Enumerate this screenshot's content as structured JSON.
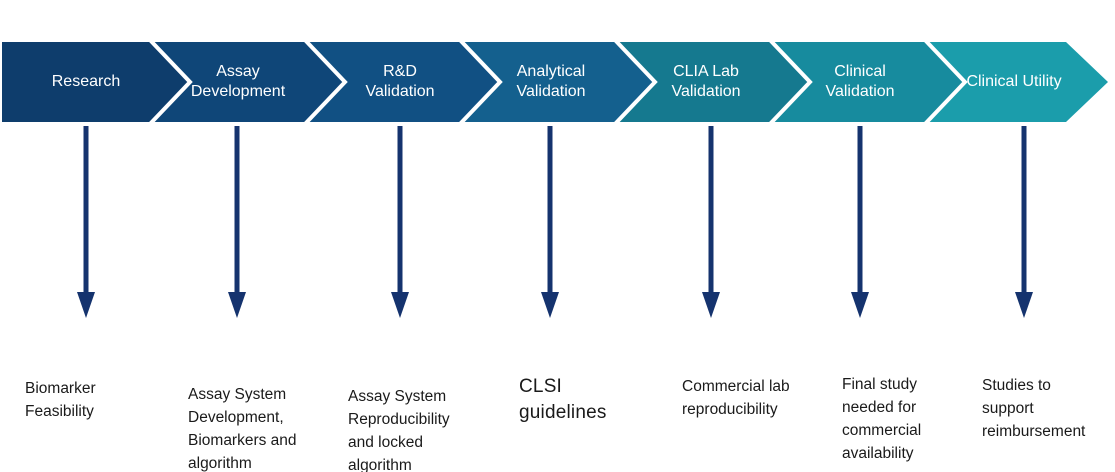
{
  "colors": {
    "arrow": "#15336E",
    "separator": "#FFFFFF",
    "label_text": "#FFFFFF",
    "description_text": "#1A1A1A",
    "background": "#FFFFFF"
  },
  "stages": [
    {
      "label": "Research",
      "color": "#0E3D6C",
      "description": "Biomarker\nFeasibility"
    },
    {
      "label": "Assay\nDevelopment",
      "color": "#0F4678",
      "description": "Assay System\nDevelopment,\nBiomarkers and\nalgorithm"
    },
    {
      "label": "R&D\nValidation",
      "color": "#115083",
      "description": "Assay System\nReproducibility\nand locked\nalgorithm"
    },
    {
      "label": "Analytical\nValidation",
      "color": "#14608E",
      "description": "CLSI\nguidelines"
    },
    {
      "label": "CLIA Lab\nValidation",
      "color": "#15798F",
      "description": "Commercial lab\nreproducibility"
    },
    {
      "label": "Clinical\nValidation",
      "color": "#178B9E",
      "description": "Final study\nneeded for\ncommercial\navailability"
    },
    {
      "label": "Clinical Utility",
      "color": "#1B9DAB",
      "description": "Studies to\nsupport\nreimbursement"
    }
  ]
}
